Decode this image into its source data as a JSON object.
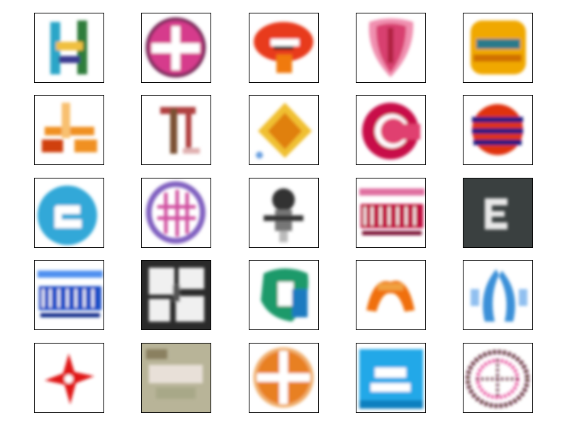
{
  "figure": {
    "rows": 5,
    "cols": 5,
    "background": "#ffffff",
    "frame_color": "#000000"
  },
  "samples": [
    {
      "motif": "letter-h",
      "tile_bg": "#ffffff",
      "colors": [
        "#2aa6c8",
        "#2f7d3a",
        "#f0c040",
        "#3a3a90"
      ]
    },
    {
      "motif": "cross-disc",
      "tile_bg": "#ffffff",
      "colors": [
        "#d63a8c",
        "#ffffff",
        "#7a2a5a"
      ]
    },
    {
      "motif": "mushroom",
      "tile_bg": "#ffffff",
      "colors": [
        "#e83a1a",
        "#ffffff",
        "#f07a10",
        "#222222"
      ]
    },
    {
      "motif": "shield",
      "tile_bg": "#ffffff",
      "colors": [
        "#d84070",
        "#f090b0",
        "#b02040"
      ]
    },
    {
      "motif": "cushion",
      "tile_bg": "#ffffff",
      "colors": [
        "#f0a800",
        "#2a7a8a",
        "#d07000"
      ]
    },
    {
      "motif": "glyph-plus",
      "tile_bg": "#ffffff",
      "colors": [
        "#f09020",
        "#d04010",
        "#f8c070"
      ]
    },
    {
      "motif": "letter-tl",
      "tile_bg": "#ffffff",
      "colors": [
        "#b04040",
        "#7a5030",
        "#e0b0b0"
      ]
    },
    {
      "motif": "diamond",
      "tile_bg": "#ffffff",
      "colors": [
        "#f0c030",
        "#e08010",
        "#6aa0e0"
      ]
    },
    {
      "motif": "letter-c",
      "tile_bg": "#ffffff",
      "colors": [
        "#c8104a",
        "#e04070",
        "#ffffff"
      ]
    },
    {
      "motif": "striped-ball",
      "tile_bg": "#ffffff",
      "colors": [
        "#e03010",
        "#1a1a80",
        "#f06030"
      ]
    },
    {
      "motif": "blob-e",
      "tile_bg": "#ffffff",
      "colors": [
        "#30a8d8",
        "#ffffff",
        "#1a70a0"
      ]
    },
    {
      "motif": "hatch-disc",
      "tile_bg": "#ffffff",
      "colors": [
        "#8060c0",
        "#d050a0",
        "#4060c0"
      ]
    },
    {
      "motif": "dark-figure",
      "tile_bg": "#ffffff",
      "colors": [
        "#333333",
        "#777777",
        "#bbbbbb"
      ]
    },
    {
      "motif": "text-strip",
      "tile_bg": "#ffffff",
      "colors": [
        "#c01040",
        "#e070a0",
        "#7a1030"
      ]
    },
    {
      "motif": "letter-e-dark",
      "tile_bg": "#3a4040",
      "colors": [
        "#e8e8e8",
        "#5a6060"
      ]
    },
    {
      "motif": "text-strip",
      "tile_bg": "#ffffff",
      "colors": [
        "#1a50c8",
        "#5090f0",
        "#0a2a8a"
      ]
    },
    {
      "motif": "dark-tiles",
      "tile_bg": "#2a2a2a",
      "colors": [
        "#f0f0f0",
        "#555555"
      ]
    },
    {
      "motif": "green-blob",
      "tile_bg": "#ffffff",
      "colors": [
        "#1a9a6a",
        "#1a7ac0",
        "#ffffff"
      ]
    },
    {
      "motif": "arch",
      "tile_bg": "#ffffff",
      "colors": [
        "#f07010",
        "#f0a040",
        "#d05010"
      ]
    },
    {
      "motif": "blue-mirror",
      "tile_bg": "#ffffff",
      "colors": [
        "#3a90d8",
        "#90c0f0"
      ]
    },
    {
      "motif": "red-star",
      "tile_bg": "#ffffff",
      "colors": [
        "#e01818",
        "#f06060"
      ]
    },
    {
      "motif": "blurred-field",
      "tile_bg": "#b8b498",
      "colors": [
        "#a8a888",
        "#e8e0d8",
        "#8a8060"
      ]
    },
    {
      "motif": "orange-cross",
      "tile_bg": "#ffffff",
      "colors": [
        "#e88020",
        "#f0b070",
        "#ffffff"
      ]
    },
    {
      "motif": "cyan-block",
      "tile_bg": "#ffffff",
      "colors": [
        "#20a8e8",
        "#ffffff",
        "#1080c0"
      ]
    },
    {
      "motif": "dotted-disc",
      "tile_bg": "#ffffff",
      "colors": [
        "#4a0a1a",
        "#e02080",
        "#ffffff"
      ]
    }
  ]
}
